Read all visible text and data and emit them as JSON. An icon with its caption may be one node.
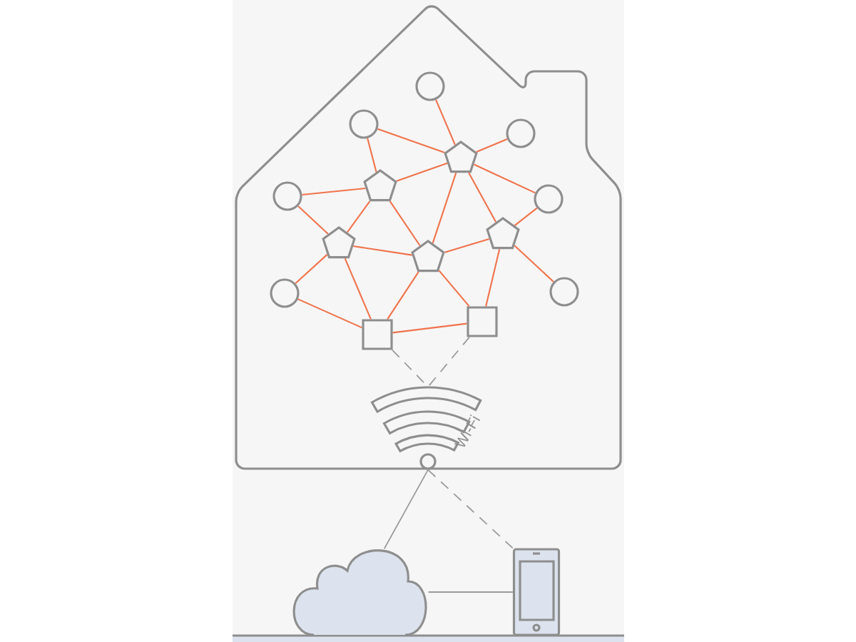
{
  "diagram": {
    "nodes": [
      {
        "text": [],
        "shape": "circle"
      },
      {
        "text": [],
        "shape": "circle"
      },
      {
        "text": [],
        "shape": "circle"
      },
      {
        "text": [],
        "shape": "pentagon"
      },
      {
        "text": [],
        "shape": "pentagon"
      },
      {
        "text": [],
        "shape": "circle"
      },
      {
        "text": [],
        "shape": "circle"
      },
      {
        "text": [],
        "shape": "pentagon"
      },
      {
        "text": [],
        "shape": "pentagon"
      },
      {
        "text": [],
        "shape": "pentagon"
      },
      {
        "text": [],
        "shape": "circle"
      },
      {
        "text": [],
        "shape": "circle"
      },
      {
        "text": [],
        "shape": "box"
      },
      {
        "text": [],
        "shape": "box"
      },
      {
        "text": [
          "Wi-Fi"
        ]
      },
      {
        "text": [],
        "shape": "cloud"
      },
      {
        "text": [],
        "shape": "picture"
      }
    ],
    "edges": [
      {
        "from": 0,
        "to": 3,
        "arrow": "none"
      },
      {
        "from": 1,
        "to": 3,
        "arrow": "none"
      },
      {
        "from": 1,
        "to": 4,
        "arrow": "none"
      },
      {
        "from": 2,
        "to": 3,
        "arrow": "none"
      },
      {
        "from": 4,
        "to": 3,
        "arrow": "none"
      },
      {
        "from": 3,
        "to": 6,
        "arrow": "none"
      },
      {
        "from": 3,
        "to": 9,
        "arrow": "none"
      },
      {
        "from": 3,
        "to": 7,
        "arrow": "none"
      },
      {
        "from": 5,
        "to": 4,
        "arrow": "none"
      },
      {
        "from": 5,
        "to": 8,
        "arrow": "none"
      },
      {
        "from": 4,
        "to": 8,
        "arrow": "none"
      },
      {
        "from": 4,
        "to": 9,
        "arrow": "none"
      },
      {
        "from": 6,
        "to": 7,
        "arrow": "none"
      },
      {
        "from": 8,
        "to": 9,
        "arrow": "none"
      },
      {
        "from": 9,
        "to": 7,
        "arrow": "none"
      },
      {
        "from": 7,
        "to": 11,
        "arrow": "none"
      },
      {
        "from": 7,
        "to": 13,
        "arrow": "none"
      },
      {
        "from": 8,
        "to": 10,
        "arrow": "none"
      },
      {
        "from": 8,
        "to": 12,
        "arrow": "none"
      },
      {
        "from": 10,
        "to": 12,
        "arrow": "none"
      },
      {
        "from": 9,
        "to": 12,
        "arrow": "none"
      },
      {
        "from": 9,
        "to": 13,
        "arrow": "none"
      },
      {
        "from": 12,
        "to": 13,
        "arrow": "none"
      },
      {
        "from": 12,
        "to": 14,
        "arrow": "none",
        "style": "dashed",
        "color": "#999999"
      },
      {
        "from": 13,
        "to": 14,
        "arrow": "none",
        "style": "dashed",
        "color": "#999999"
      },
      {
        "from": 14,
        "to": 15,
        "arrow": "none",
        "color": "#999999"
      },
      {
        "from": 14,
        "to": 16,
        "arrow": "none",
        "style": "dashed",
        "color": "#999999"
      },
      {
        "from": 15,
        "to": 16,
        "arrow": "none",
        "color": "#999999"
      }
    ]
  }
}
